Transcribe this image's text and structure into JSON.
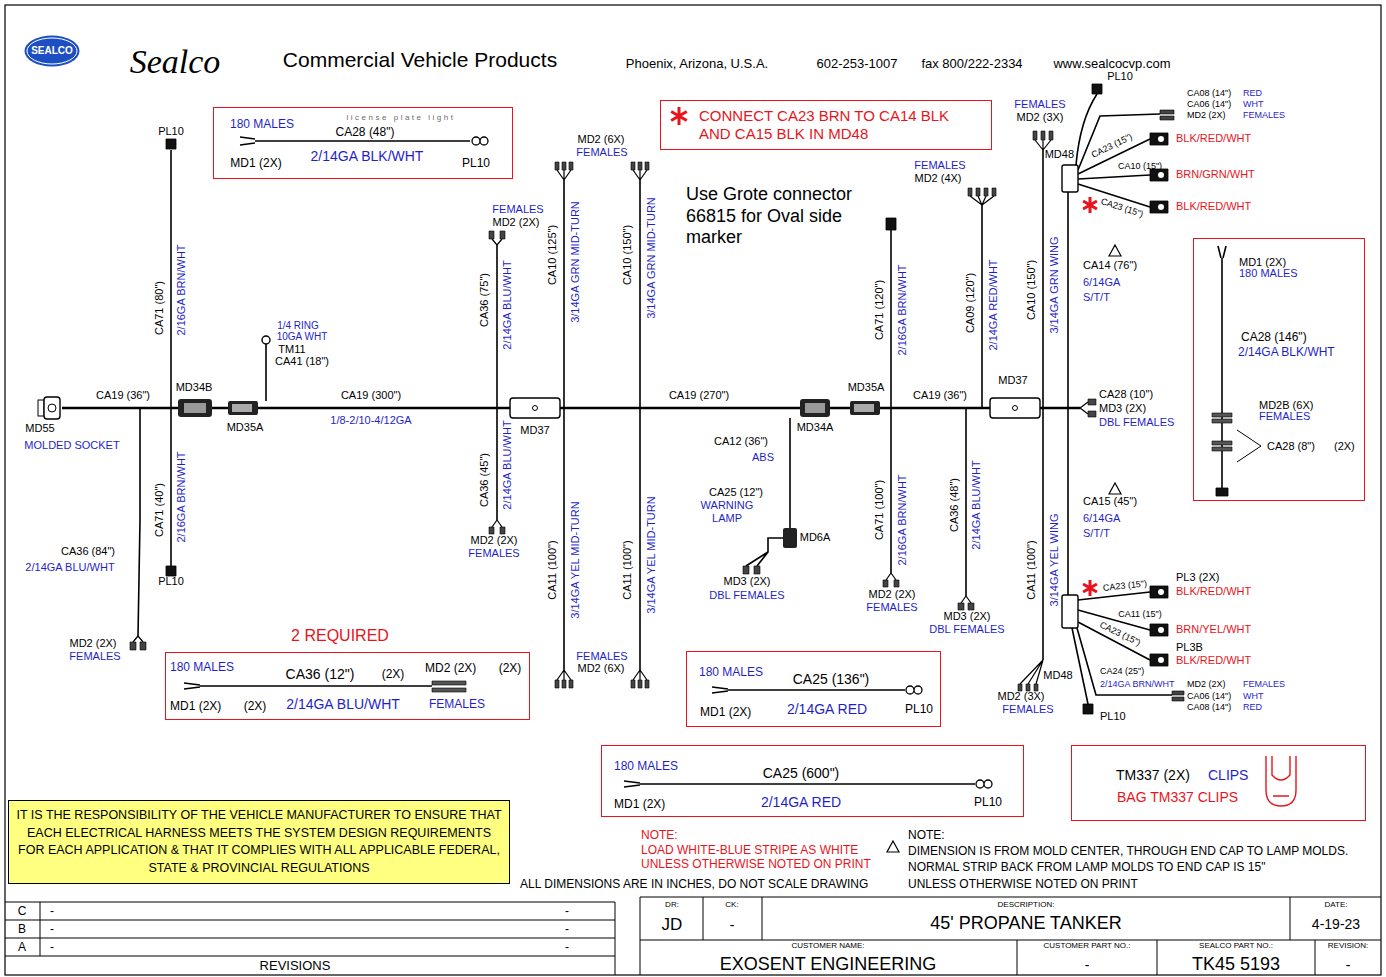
{
  "diagram": {
    "nodes": [
      {
        "text": [
          "SEALCO"
        ]
      },
      {
        "text": [
          "180 MALES",
          "license plate light",
          "CA28 (48\")",
          "MD1 (2X)",
          "2/14GA BLK/WHT",
          "PL10"
        ]
      },
      {
        "text": [
          "CONNECT CA23 BRN TO CA14 BLK AND CA15 BLK IN MD48"
        ]
      },
      {
        "text": [
          "MD1 (2X)",
          "180 MALES",
          "CA28 (146\")",
          "2/14GA BLK/WHT",
          "MD2B (6X)",
          "FEMALES",
          "CA28 (8\")",
          "(2X)"
        ]
      },
      {
        "text": [
          "2 REQUIRED",
          "180 MALES",
          "CA36 (12\")",
          "(2X)",
          "MD2 (2X)",
          "(2X)",
          "MD1 (2X)",
          "(2X)",
          "2/14GA BLU/WHT",
          "FEMALES"
        ]
      },
      {
        "text": [
          "180 MALES",
          "CA25 (136\")",
          "MD1 (2X)",
          "2/14GA RED",
          "PL10"
        ]
      },
      {
        "text": [
          "180 MALES",
          "CA25 (600\")",
          "MD1 (2X)",
          "2/14GA RED",
          "PL10"
        ]
      },
      {
        "text": [
          "TM337 (2X)",
          "CLIPS",
          "BAG TM337 CLIPS"
        ]
      },
      {
        "text": [
          "IT IS THE RESPONSIBILITY OF THE VEHICLE MANUFACTURER TO ENSURE THAT EACH ELECTRICAL HARNESS MEETS THE SYSTEM DESIGN REQUIREMENTS FOR EACH APPLICATION & THAT IT COMPLIES WITH ALL APPLICABLE FEDERAL, STATE & PROVINCIAL REGULATIONS"
        ]
      }
    ],
    "labels": [
      "Sealco",
      "Commercial Vehicle Products",
      "Phoenix, Arizona, U.S.A.",
      "602-253-1007",
      "fax 800/222-2334",
      "www.sealcocvp.com",
      "PL10",
      "CA71 (80\")",
      "2/16GA BRN/WHT",
      "MD34B",
      "CA19 (36\")",
      "MD55",
      "MOLDED SOCKET",
      "MD35A",
      "1/4 RING",
      "10GA WHT",
      "TM11",
      "CA41 (18\")",
      "CA19 (300\")",
      "1/8-2/10-4/12GA",
      "CA71 (40\")",
      "2/16GA BRN/WHT",
      "PL10",
      "CA36 (84\")",
      "2/14GA BLU/WHT",
      "MD2 (2X)",
      "FEMALES",
      "FEMALES",
      "MD2 (2X)",
      "CA36 (75\")",
      "2/14GA BLU/WHT",
      "CA36 (45\")",
      "2/14GA BLU/WHT",
      "MD37",
      "MD2 (2X)",
      "FEMALES",
      "MD2 (6X)",
      "FEMALES",
      "CA10 (125\")",
      "3/14GA GRN MID-TURN",
      "CA10 (150\")",
      "3/14GA GRN MID-TURN",
      "CA11 (100\")",
      "3/14GA YEL MID-TURN",
      "CA11 (100\")",
      "3/14GA YEL MID-TURN",
      "FEMALES",
      "MD2 (6X)",
      "CA19 (270\")",
      "Use Grote connector 66815 for Oval side marker",
      "MD34A",
      "CA12 (36\")",
      "ABS",
      "CA25 (12\")",
      "WARNING LAMP",
      "MD6A",
      "MD3 (2X)",
      "DBL FEMALES",
      "MD35A",
      "CA19 (36\")",
      "MD37",
      "CA71 (120\")",
      "2/16GA BRN/WHT",
      "CA71 (100\")",
      "2/16GA BRN/WHT",
      "MD2 (2X)",
      "FEMALES",
      "FEMALES",
      "MD2 (4X)",
      "CA09 (120\")",
      "2/14GA RED/WHT",
      "CA36 (48\")",
      "2/14GA BLU/WHT",
      "MD3 (2X)",
      "DBL FEMALES",
      "CA10 (150\")",
      "3/14GA GRN WING",
      "FEMALES",
      "MD2 (3X)",
      "PL10",
      "MD48",
      "CA08 (14\")",
      "RED",
      "CA06 (14\")",
      "WHT",
      "MD2 (2X)",
      "FEMALES",
      "CA23 (15\")",
      "BLK/RED/WHT",
      "CA10 (15\")",
      "BRN/GRN/WHT",
      "CA23 (15\")",
      "BLK/RED/WHT",
      "CA14 (76\")",
      "6/14GA",
      "S/T/T",
      "CA28 (10\")",
      "MD3 (2X)",
      "DBL FEMALES",
      "CA15 (45\")",
      "6/14GA",
      "S/T/T",
      "CA11 (100\")",
      "3/14GA YEL WING",
      "MD2 (3X)",
      "FEMALES",
      "MD48",
      "PL3 (2X)",
      "BLK/RED/WHT",
      "CA23 (15\")",
      "CA11 (15\")",
      "BRN/YEL/WHT",
      "CA23 (15\")",
      "PL3B",
      "BLK/RED/WHT",
      "CA24 (25\")",
      "2/14GA BRN/WHT",
      "MD2 (2X)",
      "FEMALES",
      "CA06 (14\")",
      "WHT",
      "CA08 (14\")",
      "RED",
      "PL10",
      "NOTE:",
      "LOAD WHITE-BLUE STRIPE AS WHITE UNLESS OTHERWISE NOTED ON PRINT",
      "NOTE:",
      "DIMENSION IS FROM MOLD CENTER, THROUGH END CAP TO LAMP MOLDS.",
      "NORMAL STRIP BACK FROM LAMP MOLDS TO END CAP IS 15\"",
      "UNLESS OTHERWISE NOTED ON PRINT",
      "ALL DIMENSIONS ARE IN INCHES, DO NOT SCALE DRAWING",
      "C",
      "-",
      "-",
      "B",
      "-",
      "-",
      "A",
      "-",
      "-",
      "REVISIONS",
      "DR:",
      "JD",
      "CK:",
      "-",
      "DESCRIPTION:",
      "45' PROPANE TANKER",
      "DATE:",
      "4-19-23",
      "CUSTOMER NAME:",
      "EXOSENT ENGINEERING",
      "CUSTOMER PART NO.:",
      "-",
      "SEALCO PART NO.:",
      "TK45 5193",
      "REVISION:",
      "-"
    ]
  }
}
